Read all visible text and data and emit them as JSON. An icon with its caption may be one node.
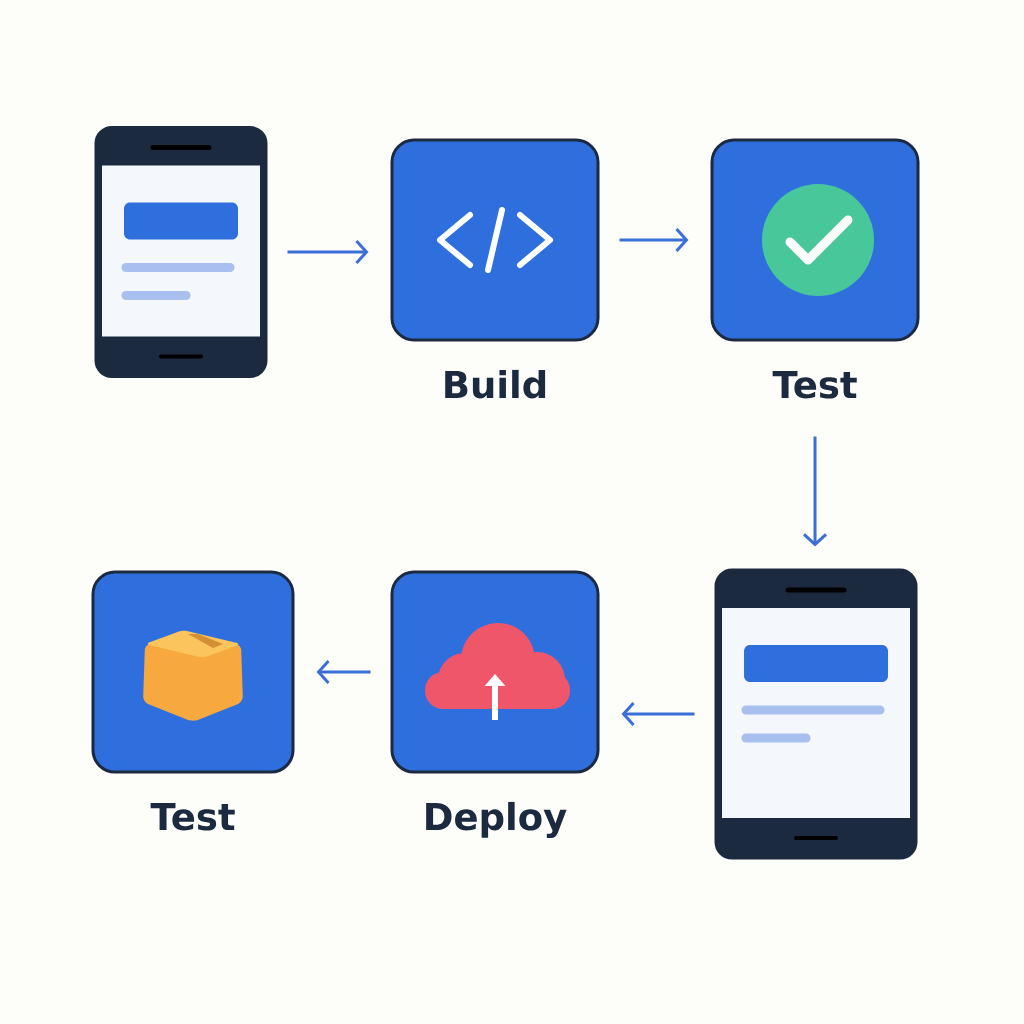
{
  "diagram": {
    "nodes": [
      {
        "text": [],
        "shape": "phone"
      },
      {
        "text": [
          "Build"
        ]
      },
      {
        "text": [
          "Test"
        ]
      },
      {
        "text": [],
        "shape": "phone"
      },
      {
        "text": [
          "Deploy"
        ]
      },
      {
        "text": [
          "Test"
        ]
      }
    ],
    "edges": [
      {
        "from": 0,
        "to": 1,
        "arrow": "to"
      },
      {
        "from": 1,
        "to": 2,
        "arrow": "to"
      },
      {
        "from": 2,
        "to": 3,
        "arrow": "to"
      },
      {
        "from": 3,
        "to": 4,
        "arrow": "to"
      },
      {
        "from": 4,
        "to": 5,
        "arrow": "to"
      }
    ]
  }
}
